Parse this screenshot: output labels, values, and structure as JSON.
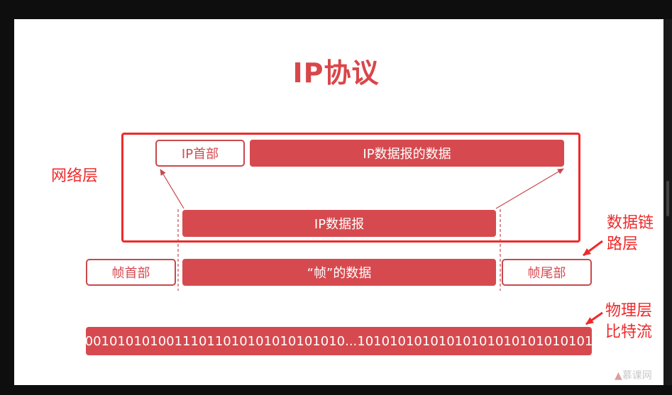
{
  "title": "IP协议",
  "layers": {
    "network": "网络层",
    "datalink_line1": "数据链",
    "datalink_line2": "路层",
    "physical_line1": "物理层",
    "physical_line2": "比特流"
  },
  "boxes": {
    "ip_header": "IP首部",
    "ip_payload": "IP数据报的数据",
    "ip_datagram": "IP数据报",
    "frame_header": "帧首部",
    "frame_payload": "“帧”的数据",
    "frame_trailer": "帧尾部",
    "bitstream": "00101010100111011010101010101010...10101010101010101010101010101"
  },
  "watermark": "慕课网",
  "colors": {
    "accent": "#d64a4f",
    "annotation_red": "#ee2a2a"
  }
}
